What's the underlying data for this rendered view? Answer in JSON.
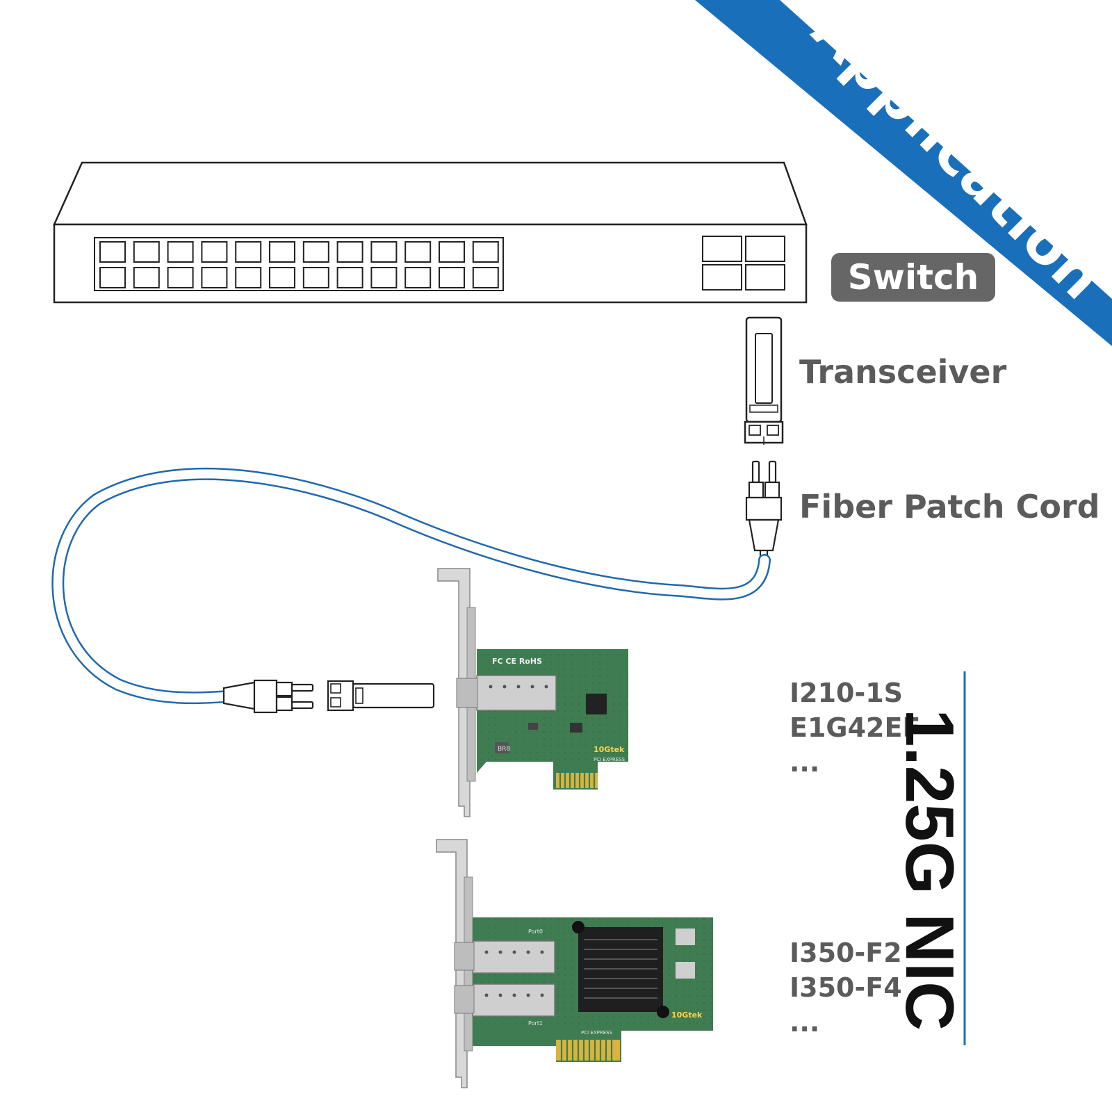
{
  "banner": {
    "text": "Application",
    "color": "#1a6fba"
  },
  "labels": {
    "switch": "Switch",
    "transceiver": "Transceiver",
    "patch_cord": "Fiber Patch Cord"
  },
  "nic_section": {
    "title": "1.25G NIC",
    "card1_models": [
      "I210-1S",
      "E1G42EF",
      "..."
    ],
    "card2_models": [
      "I350-F2",
      "I350-F4",
      "..."
    ],
    "divider_color": "#1a6fba"
  },
  "card_markings": {
    "brand": "10Gtek",
    "certs": "FC CE RoHS",
    "bus": "PCI EXPRESS",
    "port0": "Port0",
    "port1": "Port1",
    "chip_tag": "BR8"
  },
  "colors": {
    "pcb": "#3f7c52",
    "fiber": "#1f68b0",
    "heatsink": "#1f1f1f",
    "badge": "#666666"
  }
}
